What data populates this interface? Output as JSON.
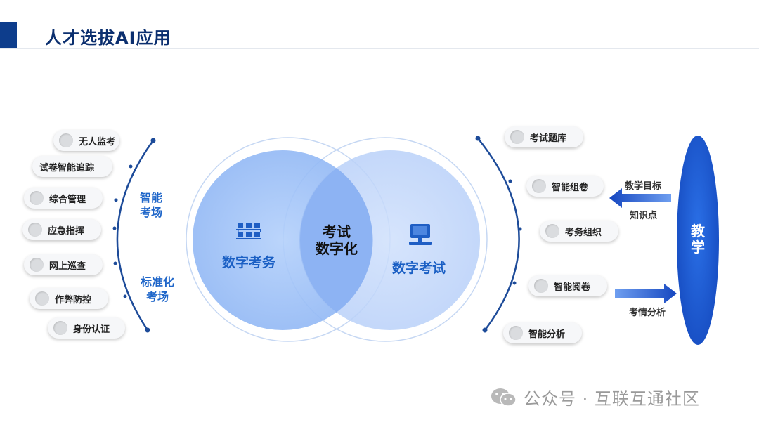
{
  "title": "人才选拔AI应用",
  "left_items": [
    "无人监考",
    "试卷智能追踪",
    "综合管理",
    "应急指挥",
    "网上巡查",
    "作弊防控",
    "身份认证"
  ],
  "left_labels": [
    "智能\n考场",
    "标准化\n考场"
  ],
  "circles": {
    "left": "数字考务",
    "center": "考试\n数字化",
    "right": "数字考试"
  },
  "right_items": [
    "考试题库",
    "智能组卷",
    "考务组织",
    "智能阅卷",
    "智能分析"
  ],
  "arrows": {
    "in_top": "教学目标",
    "in_bottom": "知识点",
    "out": "考情分析"
  },
  "oval": "教\n学",
  "watermark": "公众号 · 互联互通社区",
  "colors": {
    "accent": "#1f66c9",
    "dark": "#0b2f6f",
    "oval": "#1a4fc4"
  }
}
